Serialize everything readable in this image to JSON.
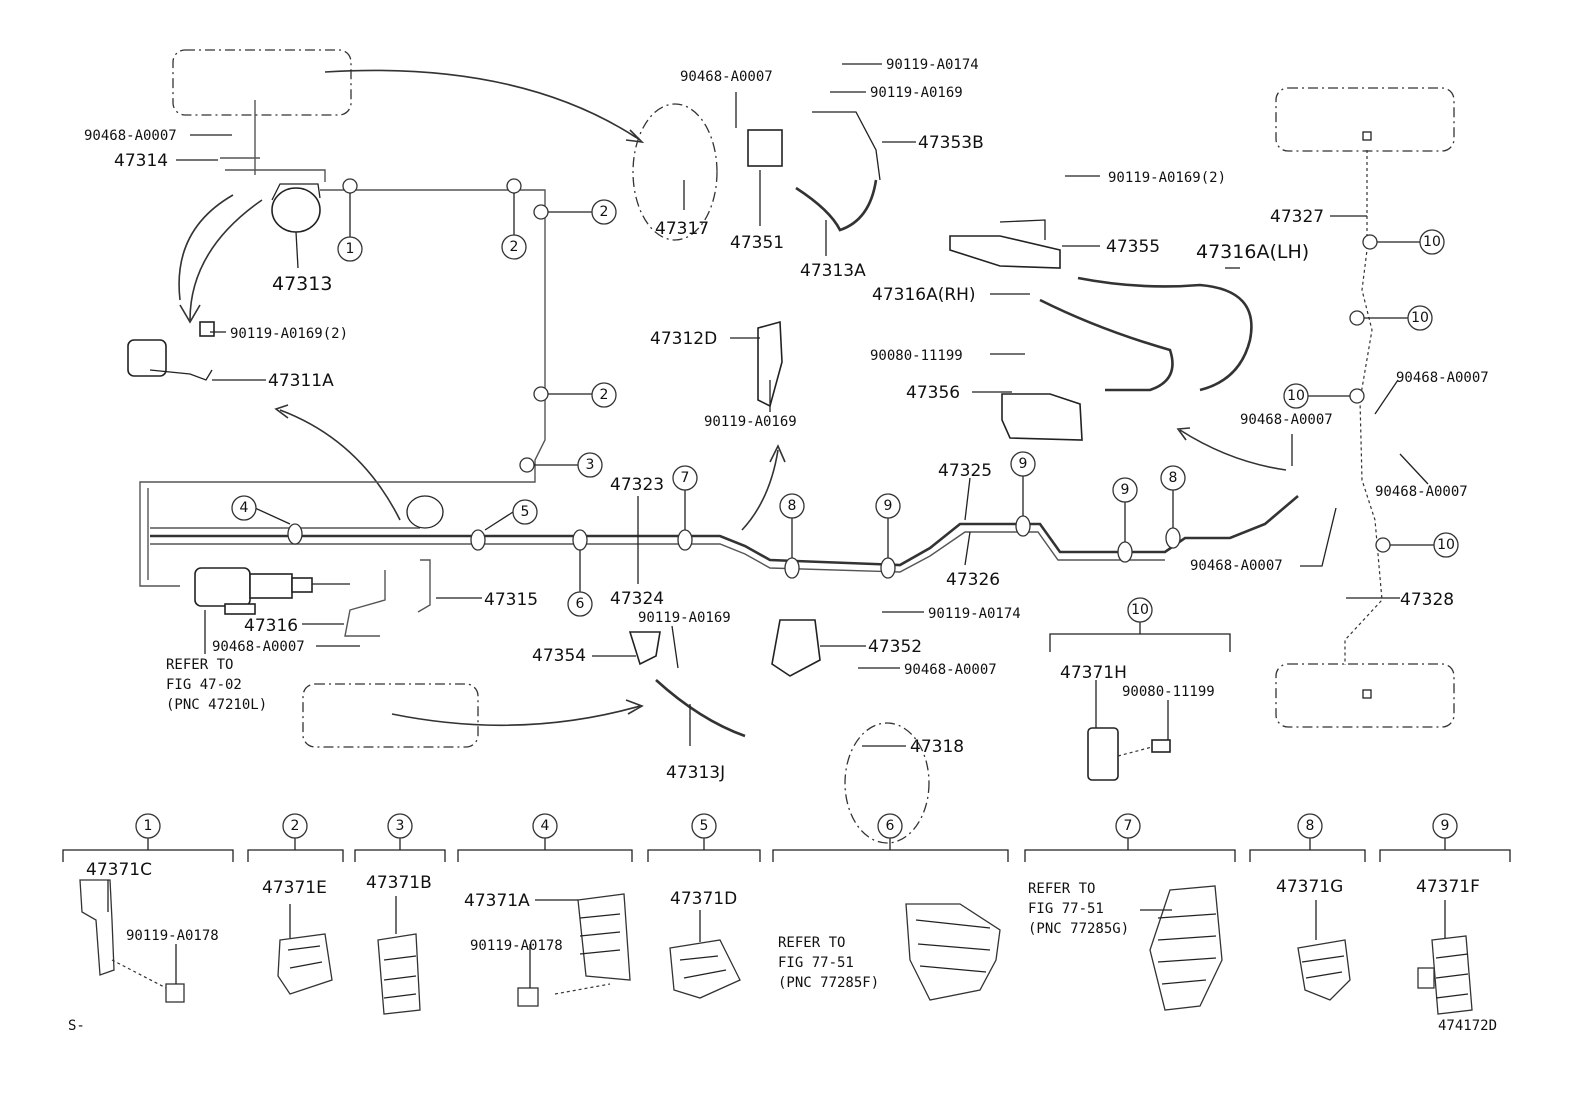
{
  "diagram": {
    "figure_code": "474172D",
    "corner_mark": "S-",
    "parts": {
      "p90468_a": "90468-A0007",
      "p47314": "47314",
      "p47313": "47313",
      "p90119_2a": "90119-A0169(2)",
      "p47311A": "47311A",
      "p90468_b": "90468-A0007",
      "p90119_174a": "90119-A0174",
      "p90119_169a": "90119-A0169",
      "p47353B": "47353B",
      "p47317": "47317",
      "p47351": "47351",
      "p47313A": "47313A",
      "p90119_2b": "90119-A0169(2)",
      "p47355": "47355",
      "p47316A_LH": "47316A(LH)",
      "p47316A_RH": "47316A(RH)",
      "p90080_a": "90080-11199",
      "p47356": "47356",
      "p47312D": "47312D",
      "p90119_169b": "90119-A0169",
      "p47327": "47327",
      "p90468_c": "90468-A0007",
      "p90468_d": "90468-A0007",
      "p90468_e": "90468-A0007",
      "p90468_f": "90468-A0007",
      "p47323": "47323",
      "p47325": "47325",
      "p47326": "47326",
      "p47324": "47324",
      "p47315": "47315",
      "p47316": "47316",
      "p90468_g": "90468-A0007",
      "p47328": "47328",
      "p90119_169c": "90119-A0169",
      "p47354": "47354",
      "p47313J": "47313J",
      "p90119_174b": "90119-A0174",
      "p47352": "47352",
      "p90468_h": "90468-A0007",
      "p47318": "47318",
      "p47371H": "47371H",
      "p90080_b": "90080-11199",
      "p47371C": "47371C",
      "p90119_178a": "90119-A0178",
      "p47371E": "47371E",
      "p47371B": "47371B",
      "p47371A": "47371A",
      "p90119_178b": "90119-A0178",
      "p47371D": "47371D",
      "p47371G": "47371G",
      "p47371F": "47371F"
    },
    "refer_1": [
      "REFER TO",
      "FIG 47-02",
      "(PNC 47210L)"
    ],
    "refer_2": [
      "REFER TO",
      "FIG 77-51",
      "(PNC 77285F)"
    ],
    "refer_3": [
      "REFER TO",
      "FIG 77-51",
      "(PNC 77285G)"
    ],
    "callouts": {
      "c1": "1",
      "c2": "2",
      "c3": "3",
      "c4": "4",
      "c5": "5",
      "c6": "6",
      "c7": "7",
      "c8": "8",
      "c9": "9",
      "c10": "10"
    }
  }
}
